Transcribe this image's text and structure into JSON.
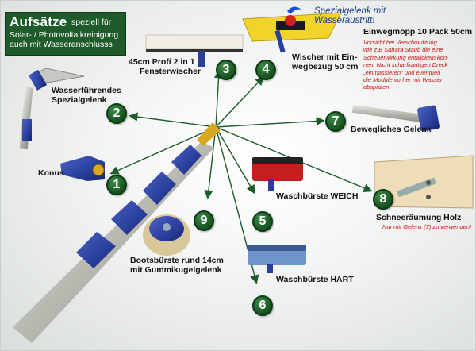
{
  "header": {
    "title": "Aufsätze",
    "subtitle_line1": "speziell für",
    "subtitle_line2": "Solar- / Photovoltaikreinigung",
    "subtitle_line3": "auch mit Wasseranschlusss"
  },
  "items": {
    "i1": {
      "number": "1",
      "label": "Konus"
    },
    "i2": {
      "number": "2",
      "label_line1": "Wasserführendes",
      "label_line2": "Spezialgelenk"
    },
    "i3": {
      "number": "3",
      "label_line1": "45cm Profi 2 in 1",
      "label_line2": "Fensterwischer"
    },
    "i4": {
      "number": "4",
      "label_line1": "Wischer mit Ein-",
      "label_line2": "wegbezug 50 cm",
      "callout_line1": "Spezialgelenk mit",
      "callout_line2": "Wasseraustritt!"
    },
    "i5": {
      "number": "5",
      "label": "Waschbürste WEICH"
    },
    "i6": {
      "number": "6",
      "label": "Waschbürste HART"
    },
    "i7": {
      "number": "7",
      "label": "Bewegliches Gelenk"
    },
    "i8": {
      "number": "8",
      "label": "Schneeräumung Holz",
      "note": "Nur mit Gelenk (7) zu verwenden!"
    },
    "i9": {
      "number": "9",
      "label_line1": "Bootsbürste rund 14cm",
      "label_line2": "mit Gummikugelgelenk"
    }
  },
  "einwegmopp": {
    "title": "Einwegmopp 10 Pack 50cm",
    "note_lines": [
      "Vorsicht bei Verschmutzung",
      "wie z.B Sahara Staub die eine",
      "Scheuerwirkung entwickeln kön-",
      "nen. Nicht scharfkantigen Dreck",
      "„einmassieren\" und eventuell",
      "die Module vorher mit Wasser",
      "absprizen."
    ]
  },
  "colors": {
    "accent_green": "#1e5a2a",
    "badge_green": "#15521f",
    "note_red": "#cc1111",
    "pole_blue": "#2a3f9c"
  }
}
